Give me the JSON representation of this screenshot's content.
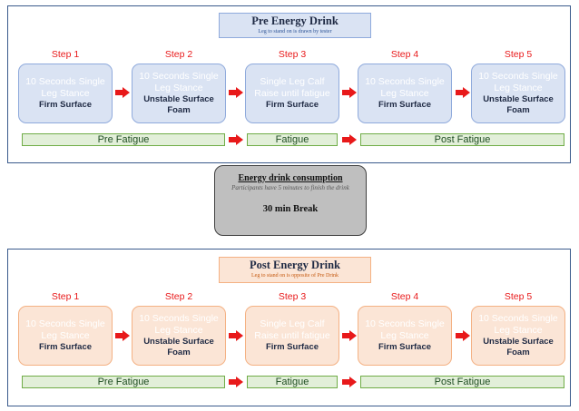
{
  "pre": {
    "title": "Pre Energy Drink",
    "subtitle": "Leg to stand on is drawn by tester",
    "title_bg": "#dae3f3",
    "subtitle_color": "#2f5597",
    "box_fill": "#dae3f3",
    "box_border": "#8faadc"
  },
  "post": {
    "title": "Post Energy Drink",
    "subtitle": "Leg to stand on is opposite of Pre Drink",
    "title_bg": "#fbe5d6",
    "subtitle_color": "#c55a11",
    "box_fill": "#fbe5d6",
    "box_border": "#f4b183"
  },
  "steps": [
    {
      "label": "Step 1",
      "line1": "10 Seconds Single Leg Stance",
      "line2": "Firm Surface"
    },
    {
      "label": "Step 2",
      "line1": "10 Seconds Single Leg Stance",
      "line2": "Unstable Surface Foam"
    },
    {
      "label": "Step 3",
      "line1": "Single Leg Calf Raise until fatigue",
      "line2": "Firm Surface"
    },
    {
      "label": "Step 4",
      "line1": "10 Seconds Single Leg Stance",
      "line2": "Firm Surface"
    },
    {
      "label": "Step 5",
      "line1": "10 Seconds Single Leg Stance",
      "line2": "Unstable Surface Foam"
    }
  ],
  "phases": {
    "pre_fatigue": "Pre Fatigue",
    "fatigue": "Fatigue",
    "post_fatigue": "Post Fatigue"
  },
  "break": {
    "heading": "Energy drink consumption",
    "note": "Participants have 5 minutes to finish the drink",
    "duration": "30 min Break"
  },
  "colors": {
    "step_label": "#e8191a",
    "arrow": "#e8191a",
    "phase_fill": "#e2efd9",
    "phase_border": "#70ad47",
    "break_fill": "#bfbfbf"
  }
}
